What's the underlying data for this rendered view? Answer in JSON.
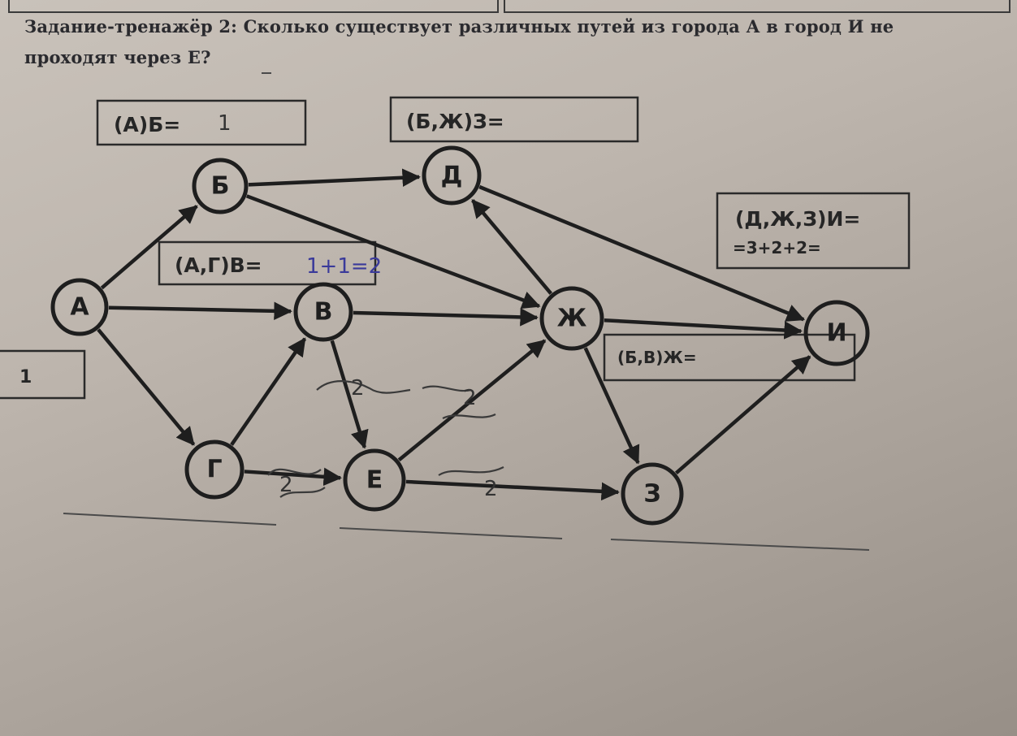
{
  "task": {
    "line1": "Задание-тренажёр 2: Сколько существует различных путей из города А в город И   не",
    "line2": "проходят через Е?"
  },
  "nodes": [
    {
      "id": "A",
      "label": "А"
    },
    {
      "id": "B",
      "label": "Б"
    },
    {
      "id": "V",
      "label": "В"
    },
    {
      "id": "G",
      "label": "Г"
    },
    {
      "id": "D",
      "label": "Д"
    },
    {
      "id": "E",
      "label": "Е"
    },
    {
      "id": "ZH",
      "label": "Ж"
    },
    {
      "id": "Z",
      "label": "З"
    },
    {
      "id": "I",
      "label": "И"
    }
  ],
  "edges": [
    {
      "from": "A",
      "to": "B"
    },
    {
      "from": "A",
      "to": "V"
    },
    {
      "from": "A",
      "to": "G"
    },
    {
      "from": "B",
      "to": "D"
    },
    {
      "from": "B",
      "to": "ZH"
    },
    {
      "from": "V",
      "to": "ZH"
    },
    {
      "from": "V",
      "to": "E"
    },
    {
      "from": "G",
      "to": "V"
    },
    {
      "from": "G",
      "to": "E"
    },
    {
      "from": "E",
      "to": "ZH"
    },
    {
      "from": "E",
      "to": "Z"
    },
    {
      "from": "ZH",
      "to": "D"
    },
    {
      "from": "ZH",
      "to": "I"
    },
    {
      "from": "ZH",
      "to": "Z"
    },
    {
      "from": "D",
      "to": "I"
    },
    {
      "from": "Z",
      "to": "I"
    }
  ],
  "boxes": {
    "b": {
      "text": "(А)Б=",
      "handwritten": "1"
    },
    "z": {
      "text": "(Б,Ж)З="
    },
    "i": {
      "line1": "(Д,Ж,З)И=",
      "line2": "=3+2+2="
    },
    "v": {
      "text": "(А,Г)В=",
      "handwritten": "1+1=2"
    },
    "zh": {
      "text": "(Б,В)Ж="
    },
    "a": {
      "text": "1"
    }
  },
  "handwriting": {
    "mark_v_e": "2",
    "mark_e_zh": "2",
    "mark_g_e": "2",
    "mark_e_z": "2"
  },
  "colors": {
    "ink": "#1e1e1e",
    "pen_blue": "#3a3a9a",
    "paper": "#c9c2ba"
  }
}
